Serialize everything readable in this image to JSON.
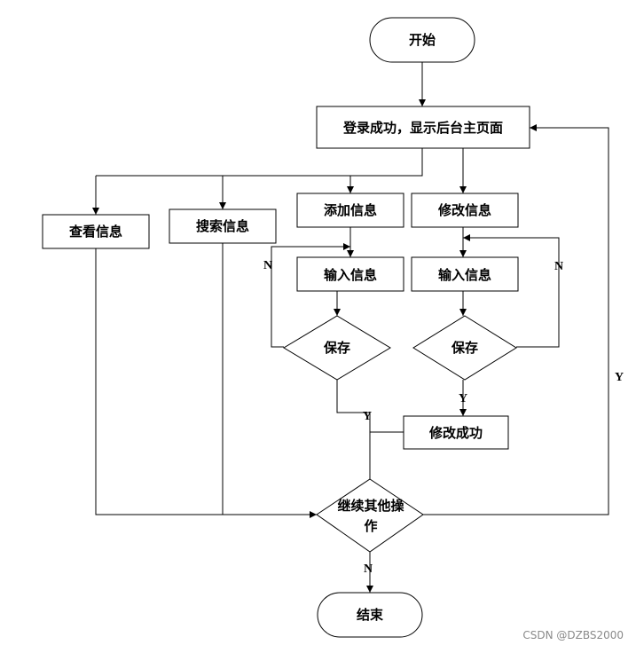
{
  "nodes": {
    "start": "开始",
    "login": "登录成功，显示后台主页面",
    "view": "查看信息",
    "search": "搜索信息",
    "add": "添加信息",
    "edit": "修改信息",
    "input_add": "输入信息",
    "input_edit": "输入信息",
    "save_add": "保存",
    "save_edit": "保存",
    "edit_success": "修改成功",
    "continue_line1": "继续其他操",
    "continue_line2": "作",
    "end": "结束"
  },
  "edge_labels": {
    "add_no": "N",
    "add_yes": "Y",
    "edit_no": "N",
    "edit_yes": "Y",
    "continue_yes": "Y",
    "continue_no": "N"
  },
  "watermark": "CSDN @DZBS2000"
}
